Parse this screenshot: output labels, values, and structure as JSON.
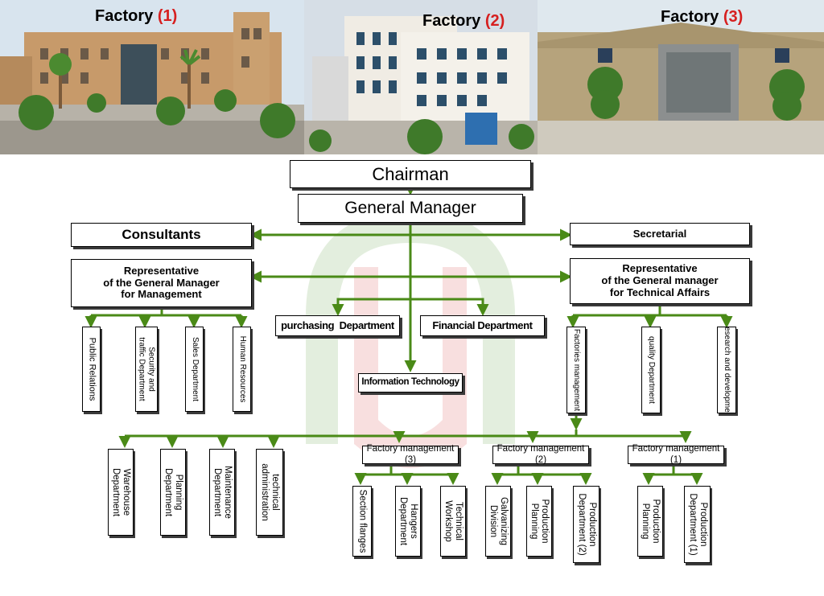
{
  "factories": [
    {
      "label": "Factory",
      "number": "(1)"
    },
    {
      "label": "Factory",
      "number": "(2)"
    },
    {
      "label": "Factory",
      "number": "(3)"
    }
  ],
  "org": {
    "chairman": "Chairman",
    "general_manager": "General Manager",
    "consultants": "Consultants",
    "secretarial": "Secretarial",
    "rep_management": [
      "Representative",
      "of the General Manager",
      "for Management"
    ],
    "rep_technical": [
      "Representative",
      "of the General manager",
      "for Technical Affairs"
    ],
    "purchasing": "purchasing  Department",
    "financial": "Financial Department",
    "it": "Information Technology",
    "mgmt_departments": [
      "Public Relations",
      [
        "Security and",
        "traffic Department"
      ],
      "Sales Department",
      "Human Resources"
    ],
    "tech_departments": [
      "Factories management",
      "quality Department",
      "Research and development"
    ],
    "factories_mgmt_departments": [
      [
        "Warehouse",
        "Department"
      ],
      [
        "Planning",
        "Department"
      ],
      [
        "Maintenance",
        "Department"
      ],
      [
        "technical",
        "administration"
      ]
    ],
    "factory_management_3": {
      "title": "Factory management (3)",
      "departments": [
        "Section flanges",
        [
          "Hangers",
          "Department"
        ],
        [
          "Technical",
          "Workshop"
        ]
      ]
    },
    "factory_management_2": {
      "title": "Factory management (2)",
      "departments": [
        [
          "Galvanizing",
          "Division"
        ],
        [
          "Production",
          "Planning"
        ],
        [
          "Production",
          "Department (2)"
        ]
      ]
    },
    "factory_management_1": {
      "title": "Factory management (1)",
      "departments": [
        [
          "Production",
          "Planning"
        ],
        [
          "Production",
          "Department (1)"
        ]
      ]
    }
  },
  "colors": {
    "connector": "#4a8a17",
    "factory_number": "#d61f1f",
    "watermark_green": "#5a9a3a",
    "watermark_red": "#d94040"
  }
}
